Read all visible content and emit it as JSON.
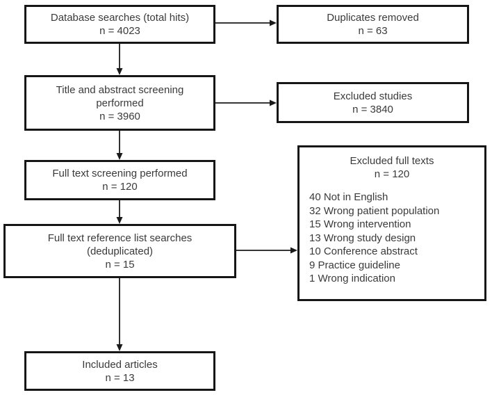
{
  "diagram": {
    "kind": "prisma-flowchart",
    "colors": {
      "box_border": "#161616",
      "text": "#3a3a3a",
      "arrow": "#1a1a1a",
      "background": "#ffffff"
    },
    "boxes": {
      "database_searches": {
        "lines": [
          "Database searches (total hits)",
          "n = 4023"
        ]
      },
      "duplicates_removed": {
        "lines": [
          "Duplicates removed",
          "n = 63"
        ]
      },
      "title_abstract_screening": {
        "lines": [
          "Title and abstract screening",
          "performed",
          "n = 3960"
        ]
      },
      "excluded_studies": {
        "lines": [
          "Excluded studies",
          "n = 3840"
        ]
      },
      "full_text_screening": {
        "lines": [
          "Full text screening performed",
          "n = 120"
        ]
      },
      "excluded_full_texts": {
        "title_lines": [
          "Excluded full texts",
          "n = 120"
        ],
        "reasons": [
          "40 Not in English",
          "32 Wrong patient population",
          "15 Wrong intervention",
          "13 Wrong study design",
          "10 Conference abstract",
          "9 Practice guideline",
          "1 Wrong indication"
        ]
      },
      "reference_list_searches": {
        "lines": [
          "Full text reference list searches",
          "(deduplicated)",
          "n = 15"
        ]
      },
      "included_articles": {
        "lines": [
          "Included articles",
          "n = 13"
        ]
      }
    }
  }
}
